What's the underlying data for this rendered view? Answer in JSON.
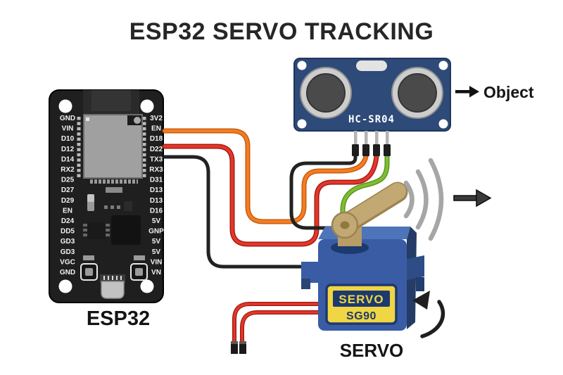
{
  "title": "ESP32 SERVO TRACKING",
  "esp32": {
    "caption": "ESP32",
    "left_pins": [
      "GND",
      "VIN",
      "D10",
      "D12",
      "D14",
      "RX2",
      "D25",
      "D27",
      "D29",
      "EN",
      "D24",
      "DD5",
      "GD3",
      "GD3",
      "VGC",
      "GND"
    ],
    "right_pins": [
      "3V2",
      "EN",
      "D18",
      "D22",
      "TX3",
      "RX3",
      "D31",
      "D13",
      "D13",
      "D16",
      "5V",
      "GNP",
      "5V",
      "5V",
      "VIN",
      "VN"
    ]
  },
  "sensor": {
    "model": "HC-SR04"
  },
  "servo": {
    "label_line1": "SERVO",
    "label_line2": "SG90",
    "caption": "SERVO"
  },
  "object_label": "Object",
  "icons": {
    "object_arrow": "→",
    "direction_arrow": "→",
    "rotation_arrow": "↺",
    "sonar_waves": ")))"
  },
  "colors": {
    "wire_orange": "#f47c20",
    "wire_orange_dark": "#c05a10",
    "wire_red": "#e5362a",
    "wire_red_dark": "#9c1a10",
    "wire_green": "#7fbe33",
    "wire_green_dark": "#57901c",
    "wire_black": "#222222",
    "board_dark": "#1f1f1f",
    "sensor_blue": "#2d4a78",
    "servo_blue": "#3a5ca5",
    "servo_blue_top": "#4e74ba",
    "servo_blue_side": "#243c66",
    "horn_tan": "#c2a873",
    "horn_tan_dark": "#9c8352",
    "label_yellow": "#f0d544",
    "label_navy": "#1d3a6e",
    "wave_gray": "#a6a6a6",
    "shield_gray": "#a0a0a0"
  }
}
